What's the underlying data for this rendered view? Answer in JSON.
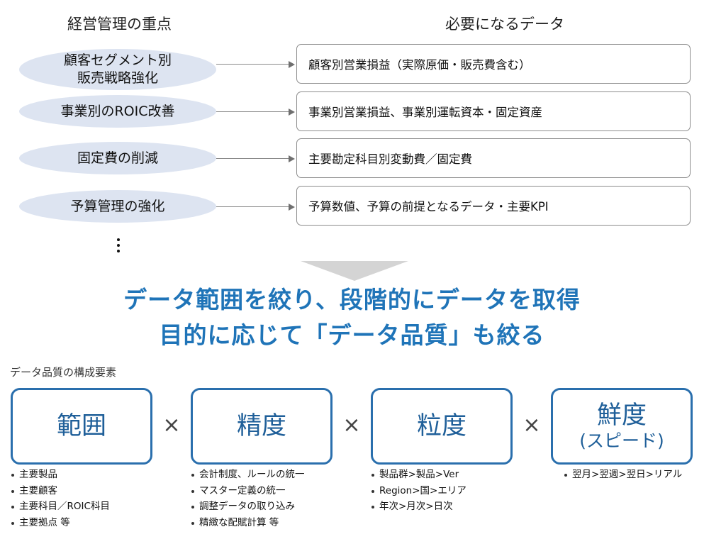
{
  "headers": {
    "left": "経営管理の重点",
    "right": "必要になるデータ"
  },
  "rows": [
    {
      "focus": [
        "顧客セグメント別",
        "販売戦略強化"
      ],
      "data": "顧客別営業損益（実際原価・販売費含む）"
    },
    {
      "focus": [
        "事業別のROIC改善"
      ],
      "data": "事業別営業損益、事業別運転資本・固定資産"
    },
    {
      "focus": [
        "固定費の削減"
      ],
      "data": "主要勘定科目別変動費／固定費"
    },
    {
      "focus": [
        "予算管理の強化"
      ],
      "data": "予算数値、予算の前提となるデータ・主要KPI"
    }
  ],
  "headline": {
    "line1": "データ範囲を絞り、段階的にデータを取得",
    "line2": "目的に応じて「データ品質」も絞る"
  },
  "quality_label": "データ品質の構成要素",
  "operator": "×",
  "elements": [
    {
      "name": "範囲",
      "sub": "",
      "items": [
        "主要製品",
        "主要顧客",
        "主要科目／ROIC科目",
        "主要拠点 等"
      ]
    },
    {
      "name": "精度",
      "sub": "",
      "items": [
        "会計制度、ルールの統一",
        "マスター定義の統一",
        "調整データの取り込み",
        "精緻な配賦計算 等"
      ]
    },
    {
      "name": "粒度",
      "sub": "",
      "items": [
        "製品群>製品>Ver",
        "Region>国>エリア",
        "年次>月次>日次"
      ]
    },
    {
      "name": "鮮度",
      "sub": "(スピード)",
      "items": [
        "翌月>翌週>翌日>リアル"
      ]
    }
  ],
  "colors": {
    "accent": "#1f74b8",
    "box_border": "#2a6fad",
    "ellipse_fill": "#dde4f1",
    "chevron": "#d4d4d4"
  }
}
